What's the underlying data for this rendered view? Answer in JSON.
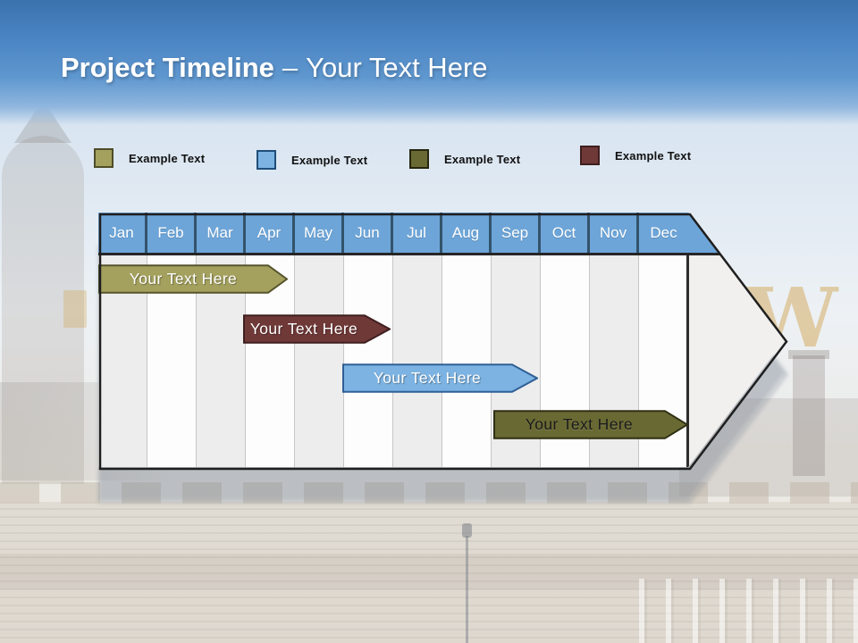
{
  "slide_title": {
    "bold": "Project Timeline",
    "separator": "–",
    "light": "Your Text Here"
  },
  "legend": {
    "items": [
      {
        "label": "Example Text",
        "color": "#a4a15f",
        "border_color": "#4e4d28"
      },
      {
        "label": "Example Text",
        "color": "#7cb3e2",
        "border_color": "#1f4e79"
      },
      {
        "label": "Example Text",
        "color": "#696933",
        "border_color": "#26260f"
      },
      {
        "label": "Example Text",
        "color": "#6f3938",
        "border_color": "#3f1f1f"
      }
    ]
  },
  "timeline": {
    "months": [
      "Jan",
      "Feb",
      "Mar",
      "Apr",
      "May",
      "Jun",
      "Jul",
      "Aug",
      "Sep",
      "Oct",
      "Nov",
      "Dec"
    ],
    "header_color": "#6da5d8",
    "bars": [
      {
        "label": "Your Text Here",
        "color": "#a4a15f",
        "border_color": "#55542c",
        "text_color": "#ffffff",
        "start_month": "Jan",
        "end_month": "Apr"
      },
      {
        "label": "Your Text Here",
        "color": "#6f3938",
        "border_color": "#3f1f1f",
        "text_color": "#ffffff",
        "start_month": "Mar",
        "end_month": "Jun"
      },
      {
        "label": "Your Text Here",
        "color": "#7cb3e2",
        "border_color": "#2f5f96",
        "text_color": "#ffffff",
        "start_month": "Jun",
        "end_month": "Sep"
      },
      {
        "label": "Your Text Here",
        "color": "#696933",
        "border_color": "#2f2f15",
        "text_color": "#1a1a1a",
        "start_month": "Sep",
        "end_month": "Dec"
      }
    ],
    "watermark_letter": "W"
  }
}
